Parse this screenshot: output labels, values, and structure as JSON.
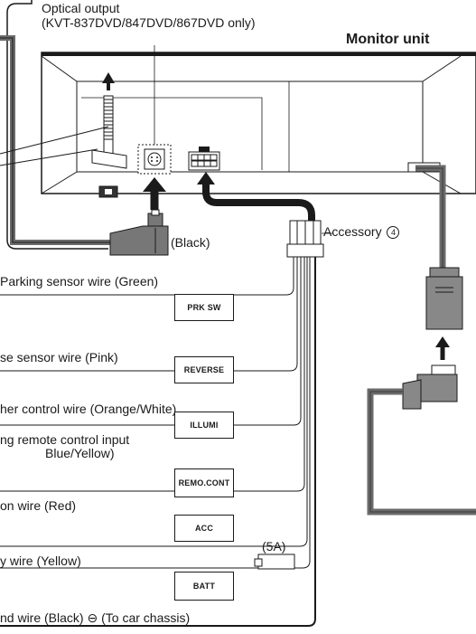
{
  "optical": {
    "line1": "Optical output",
    "line2": "(KVT-837DVD/847DVD/867DVD only)"
  },
  "monitor_title": "Monitor unit",
  "black_label": "(Black)",
  "accessory_label": "Accessory",
  "accessory_number": "4",
  "fuse_label": "(5A)",
  "wires": [
    {
      "text": "Parking sensor wire (Green)",
      "box": "PRK SW"
    },
    {
      "text": "se sensor wire (Pink)",
      "box": "REVERSE"
    },
    {
      "text": "her control wire (Orange/White)",
      "box": "ILLUMI"
    },
    {
      "text": "ng remote control input",
      "text2": "Blue/Yellow)",
      "box": "REMO.CONT"
    },
    {
      "text": "on wire (Red)",
      "box": "ACC"
    },
    {
      "text": "y wire (Yellow)",
      "box": "BATT"
    },
    {
      "text": "nd wire (Black)",
      "ground_symbol": "⊖",
      "ground_note": "(To car chassis)"
    }
  ]
}
